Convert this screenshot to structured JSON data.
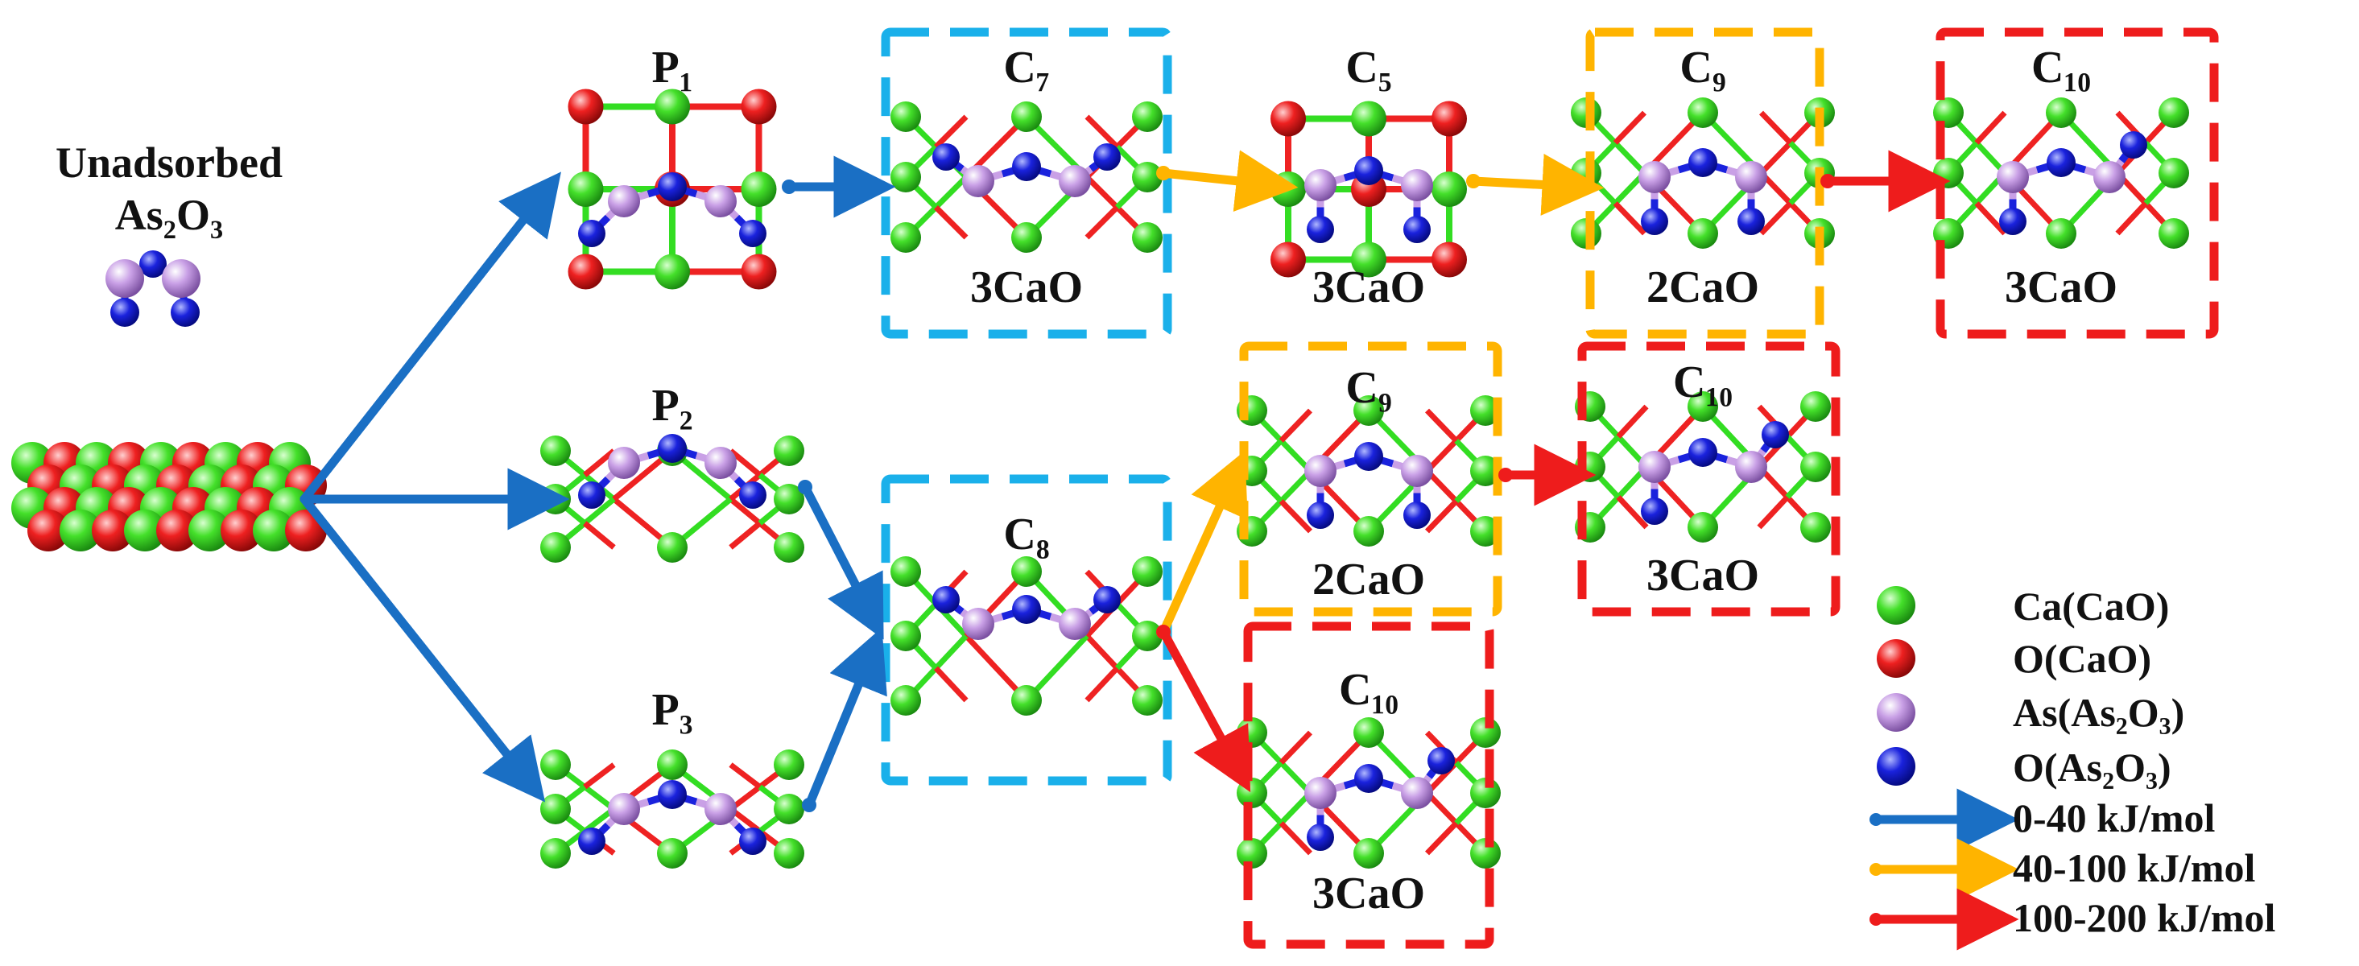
{
  "source_label": {
    "line1": "Unadsorbed",
    "line2": "As₂O₃"
  },
  "nodes": {
    "p1": {
      "label": "P₁"
    },
    "p2": {
      "label": "P₂"
    },
    "p3": {
      "label": "P₃"
    },
    "c7": {
      "label": "C₇",
      "caption": "3CaO"
    },
    "c5": {
      "label": "C₅",
      "caption": "3CaO"
    },
    "c9a": {
      "label": "C₉",
      "caption": "2CaO"
    },
    "c10a": {
      "label": "C₁₀",
      "caption": "3CaO"
    },
    "c8": {
      "label": "C₈"
    },
    "c9b": {
      "label": "C₉",
      "caption": "2CaO"
    },
    "c10b": {
      "label": "C₁₀",
      "caption": "3CaO"
    },
    "c10c": {
      "label": "C₁₀",
      "caption": "3CaO"
    }
  },
  "legend": {
    "atoms": [
      {
        "label": "Ca(CaO)",
        "color": "#33dd22"
      },
      {
        "label": "O(CaO)",
        "color": "#ee2222"
      },
      {
        "label": "As(As₂O₃)",
        "color": "#c9a0e6"
      },
      {
        "label": "O(As₂O₃)",
        "color": "#1a22dd"
      }
    ],
    "energies": [
      {
        "label": "0-40 kJ/mol",
        "color": "#1a6fc4"
      },
      {
        "label": "40-100 kJ/mol",
        "color": "#ffb400"
      },
      {
        "label": "100-200 kJ/mol",
        "color": "#ee1c1c"
      }
    ]
  },
  "colors": {
    "blue_frame": "#1ab0ea",
    "yellow_frame": "#ffb400",
    "red_frame": "#ee1c1c"
  }
}
